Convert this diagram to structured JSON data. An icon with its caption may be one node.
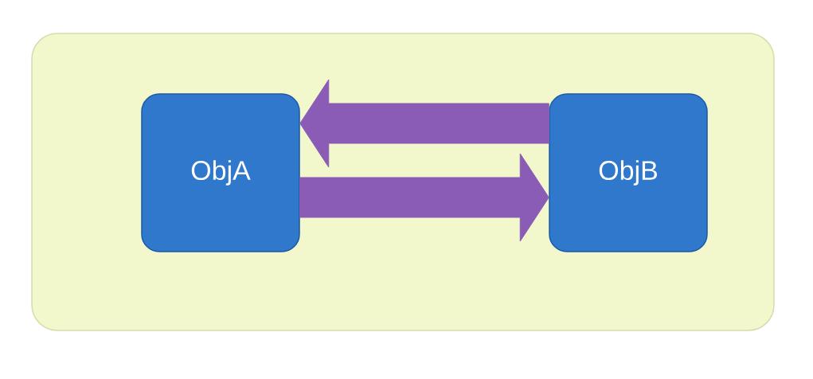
{
  "diagram": {
    "nodes": [
      {
        "text": [],
        "shape": "box"
      },
      {
        "text": [
          "ObjA"
        ],
        "in": 0
      },
      {
        "text": [
          "ObjB"
        ],
        "in": 0
      }
    ],
    "edges": [
      {
        "from": 2,
        "to": 1,
        "arrow": "to"
      },
      {
        "from": 1,
        "to": 2,
        "arrow": "to"
      }
    ]
  }
}
